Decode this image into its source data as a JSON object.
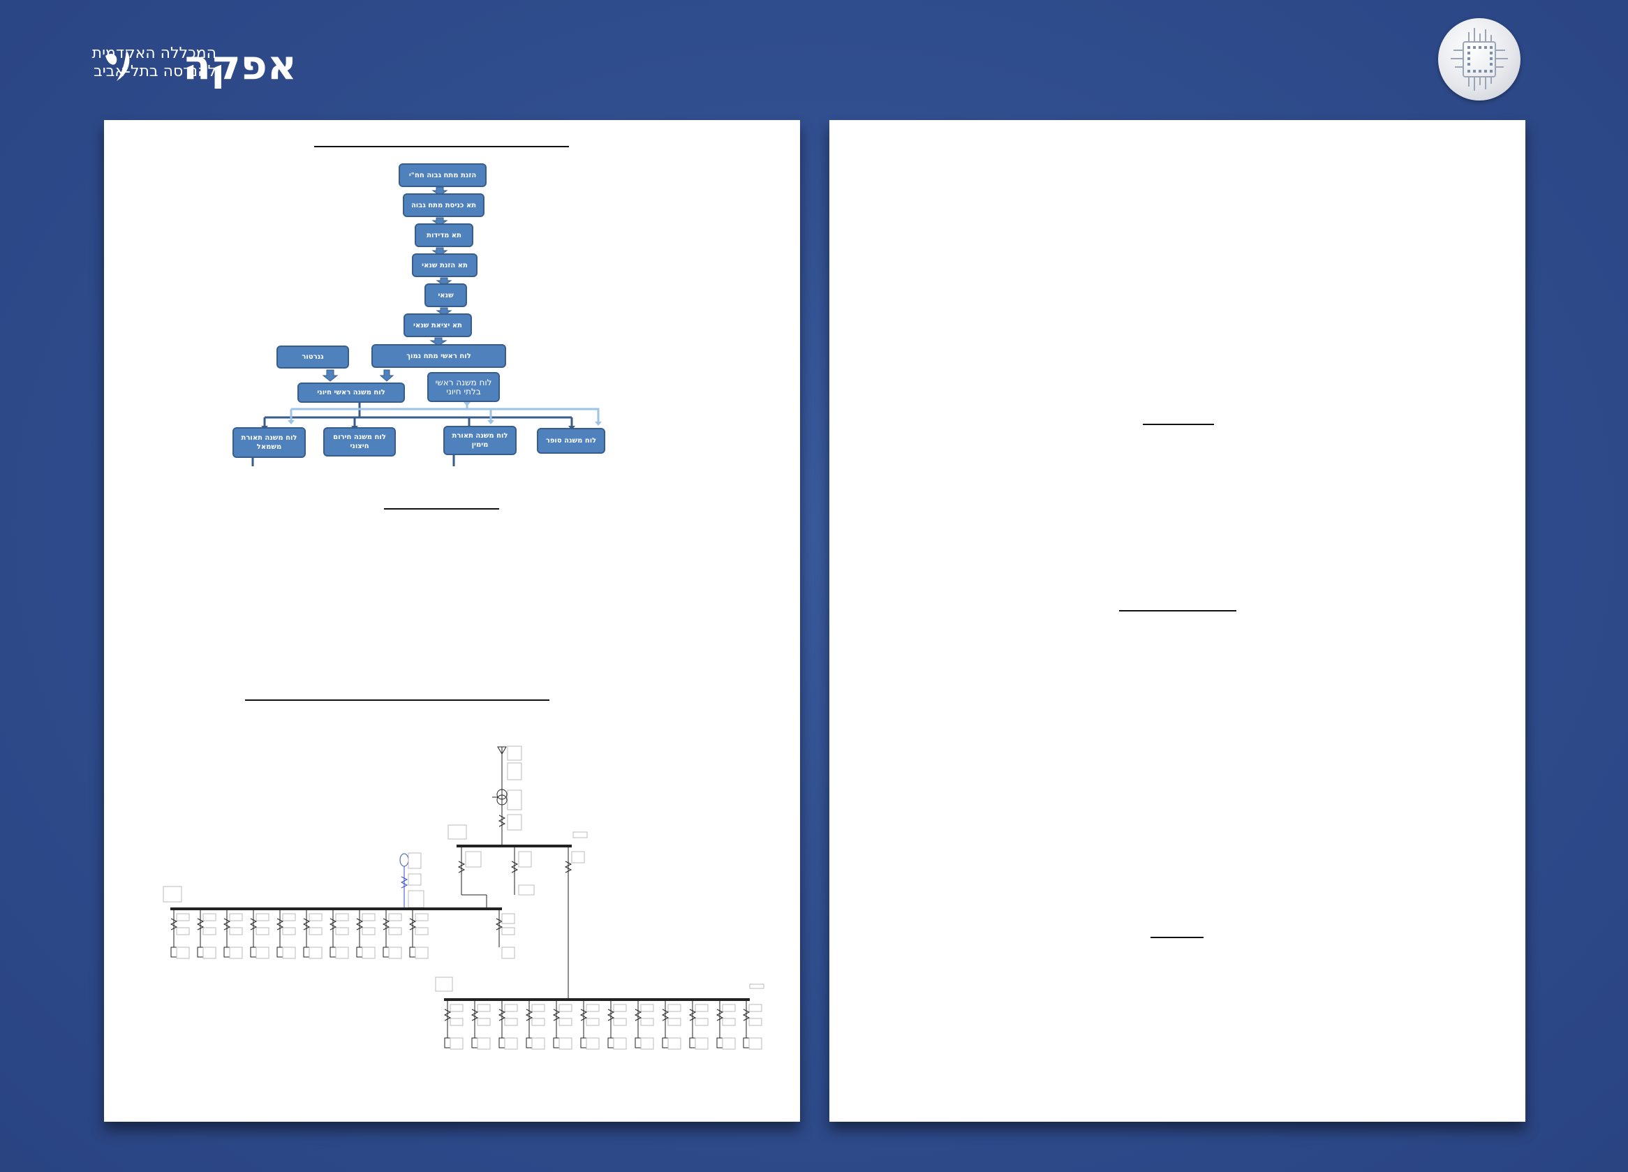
{
  "brand": {
    "line1": "המכללה האקדמית",
    "line2": "להנדסה בתל-אביב",
    "name": "אפקה",
    "badge_icon": "chip-icon",
    "logo_icon": "afeka-leaf-icon"
  },
  "flowchart": {
    "nodes": [
      "הזנת מתח גבוה חח\"י",
      "תא כניסת מתח גבוה",
      "תא מדידות",
      "תא הזנת שנאי",
      "שנאי",
      "תא יציאת שנאי",
      "לוח ראשי מתח נמוך",
      "גנרטור",
      "לוח משנה ראשי חיוני",
      "לוח משנה ראשי בלתי חיוני",
      "לוח משנה תאורת משמאל",
      "לוח משנה חירום חיצוני",
      "לוח משנה תאורת מימין",
      "לוח משנה סופר"
    ]
  },
  "colors": {
    "background": "#2f4c8c",
    "flowchart_fill": "#4f81bd",
    "flowchart_border": "#385d8a"
  }
}
